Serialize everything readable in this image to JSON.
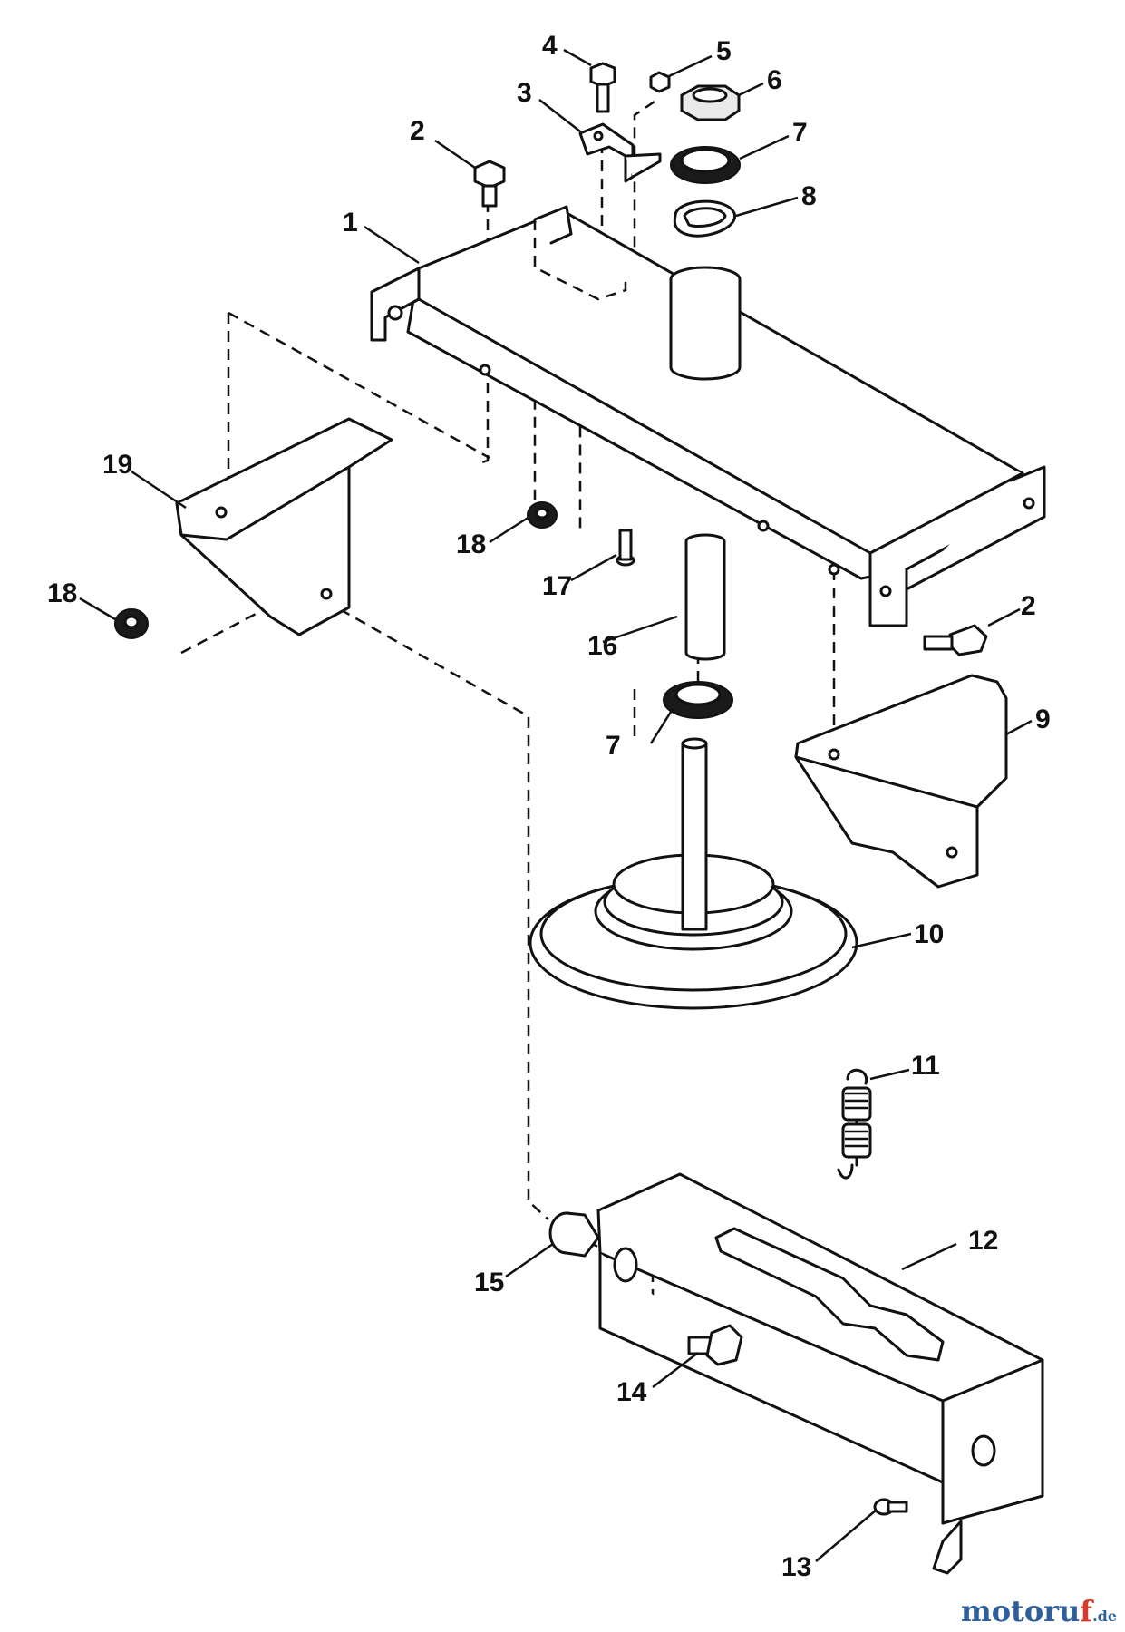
{
  "callouts": {
    "c1": "1",
    "c2a": "2",
    "c2b": "2",
    "c3": "3",
    "c4": "4",
    "c5": "5",
    "c6": "6",
    "c7a": "7",
    "c7b": "7",
    "c8": "8",
    "c9": "9",
    "c10": "10",
    "c11": "11",
    "c12": "12",
    "c13": "13",
    "c14": "14",
    "c15": "15",
    "c16": "16",
    "c17": "17",
    "c18a": "18",
    "c18b": "18",
    "c19": "19"
  },
  "watermark": {
    "brand_main": "motoru",
    "brand_accent": "f",
    "brand_tld": ".de"
  },
  "colors": {
    "line": "#111111",
    "watermark_blue": "#2f5f9a",
    "watermark_red": "#d83a2a"
  }
}
